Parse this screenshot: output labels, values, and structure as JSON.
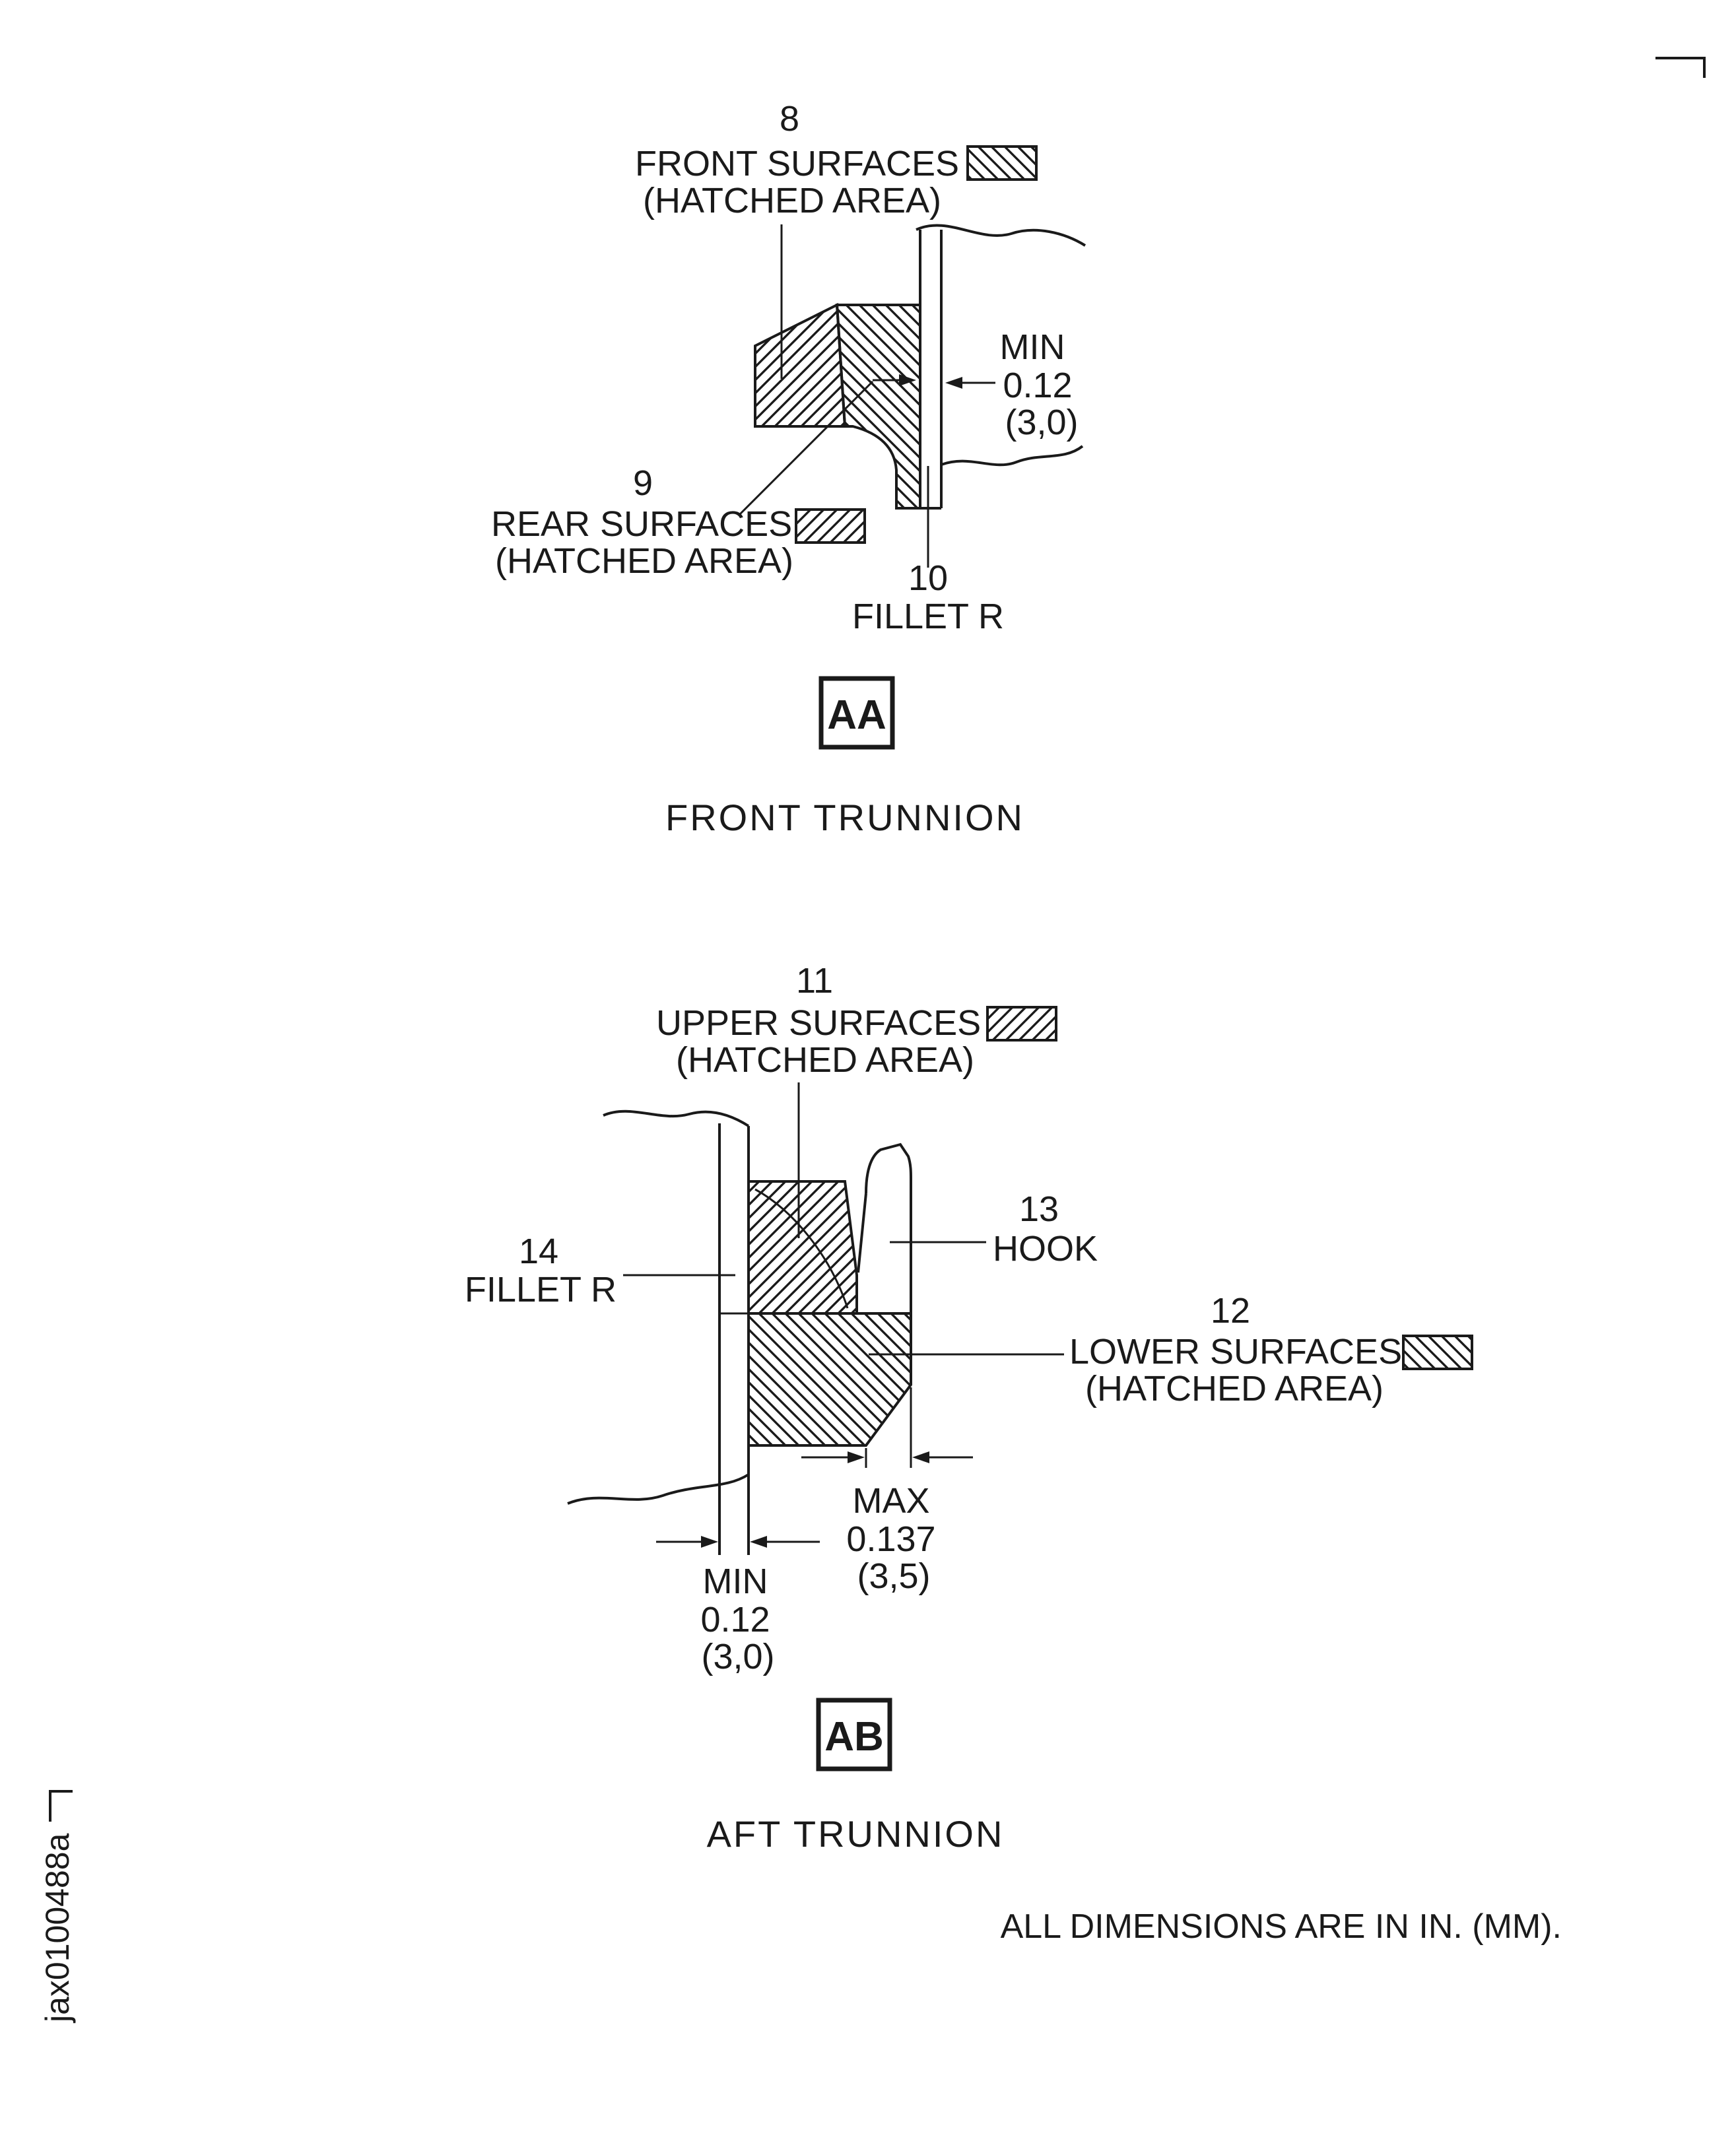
{
  "figure": {
    "colors": {
      "ink": "#1a1a1a",
      "background": "#ffffff"
    },
    "front": {
      "ref8_num": "8",
      "ref8_label": "FRONT SURFACES",
      "ref8_sub": "(HATCHED AREA)",
      "ref8_swatch_icon": "backslash-hatch-swatch",
      "ref9_num": "9",
      "ref9_label": "REAR SURFACES",
      "ref9_sub": "(HATCHED AREA)",
      "ref9_swatch_icon": "forwardslash-hatch-swatch",
      "ref10_num": "10",
      "ref10_label": "FILLET R",
      "dim_min": {
        "l1": "MIN",
        "l2": "0.12",
        "l3": "(3,0)"
      },
      "section": "AA",
      "caption": "FRONT TRUNNION"
    },
    "aft": {
      "ref11_num": "11",
      "ref11_label": "UPPER SURFACES",
      "ref11_sub": "(HATCHED AREA)",
      "ref11_swatch_icon": "forwardslash-hatch-swatch",
      "ref12_num": "12",
      "ref12_label": "LOWER SURFACES",
      "ref12_sub": "(HATCHED AREA)",
      "ref12_swatch_icon": "backslash-hatch-swatch",
      "ref13_num": "13",
      "ref13_label": "HOOK",
      "ref14_num": "14",
      "ref14_label": "FILLET R",
      "dim_max": {
        "l1": "MAX",
        "l2": "0.137",
        "l3": "(3,5)"
      },
      "dim_min": {
        "l1": "MIN",
        "l2": "0.12",
        "l3": "(3,0)"
      },
      "section": "AB",
      "caption": "AFT TRUNNION"
    },
    "note": "ALL DIMENSIONS ARE IN IN. (MM).",
    "doc_id": "jax0100488a"
  }
}
